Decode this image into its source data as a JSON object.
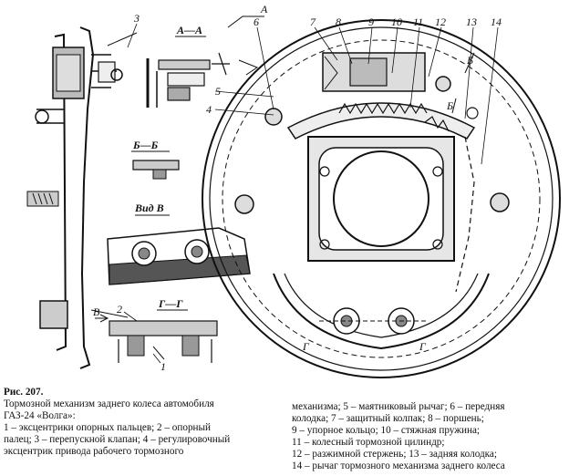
{
  "figure": {
    "callouts": [
      "1",
      "2",
      "3",
      "4",
      "5",
      "6",
      "7",
      "8",
      "9",
      "10",
      "11",
      "12",
      "13",
      "14"
    ],
    "sections": {
      "aa": "А—А",
      "bb": "Б—Б",
      "view_b": "Вид В",
      "gg": "Г—Г",
      "letter_a": "А",
      "letter_b": "Б",
      "letter_v": "В",
      "letter_g": "Г"
    }
  },
  "caption": {
    "fig_number": "Рис. 207.",
    "left_lines": [
      "Тормозной механизм заднего колеса автомобиля",
      "ГАЗ-24 «Волга»:",
      "1 – эксцентрики опорных пальцев; 2 – опорный",
      "палец; 3 – перепускной клапан; 4 – регулировочный",
      "эксцентрик привода рабочего тормозного"
    ],
    "right_lines": [
      "механизма; 5 – маятниковый рычаг; 6 – передняя",
      "колодка; 7 – защитный колпак; 8 – поршень;",
      "9 – упорное кольцо; 10 – стяжная пружина;",
      "11 – колесный тормозной цилиндр;",
      "12 – разжимной стержень; 13 – задняя колодка;",
      "14 – рычаг тормозного механизма заднего колеса"
    ]
  }
}
